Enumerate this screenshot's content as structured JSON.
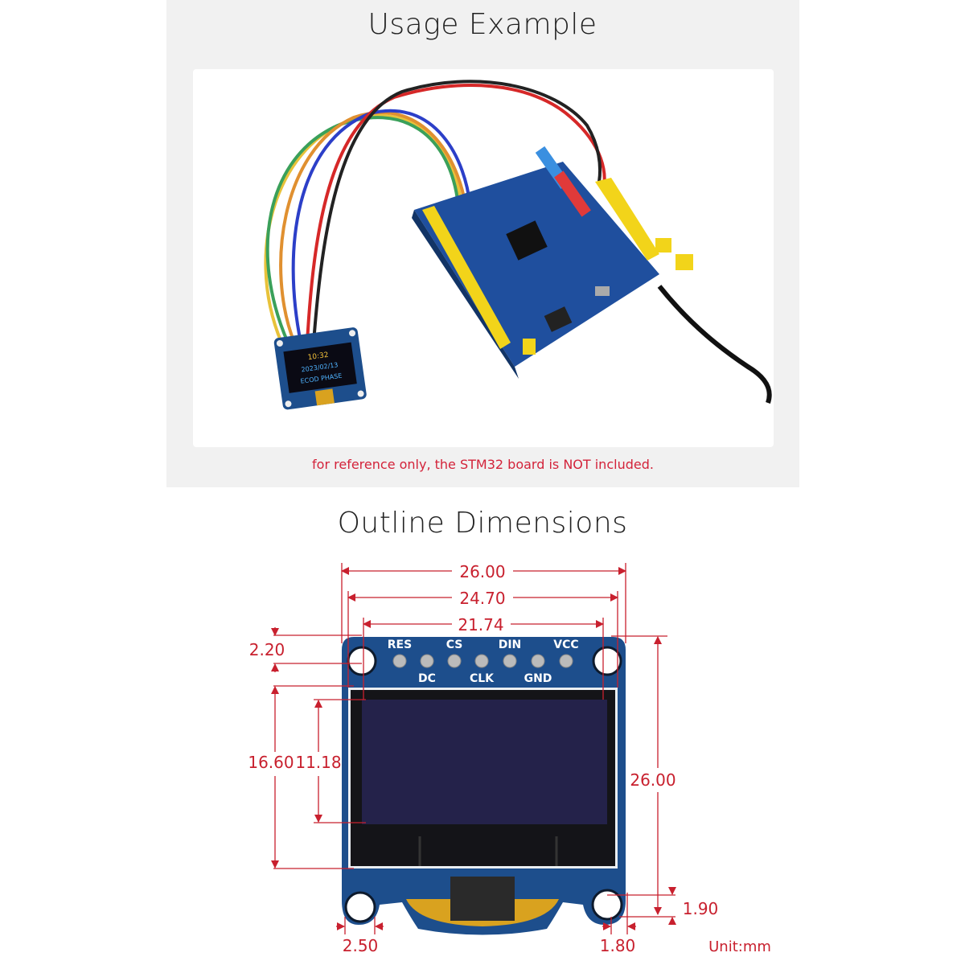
{
  "usage_section": {
    "title": "Usage Example",
    "note": "for reference only, the STM32 board is NOT included.",
    "oled_display_lines": [
      "10:32",
      "2023/02/13",
      "ECOD PHASE"
    ]
  },
  "outline_section": {
    "title": "Outline Dimensions",
    "unit_label": "Unit:mm",
    "pin_labels_top": [
      "RES",
      "CS",
      "DIN",
      "VCC"
    ],
    "pin_labels_bottom": [
      "DC",
      "CLK",
      "GND"
    ],
    "dimensions": {
      "overall_width": "26.00",
      "hole_spacing_width": "24.70",
      "display_width": "21.74",
      "top_hole_offset": "2.20",
      "display_module_height": "16.60",
      "active_area_height": "11.18",
      "overall_height": "26.00",
      "bottom_hole_offset": "1.90",
      "hole_diameter": "2.50",
      "side_hole_offset": "1.80"
    }
  },
  "colors": {
    "dimension_red": "#c8202e",
    "pcb_blue": "#1d4e8c",
    "screen_dark": "#24224a",
    "note_red": "#d3233a",
    "fpc_gold": "#d9a21f"
  }
}
